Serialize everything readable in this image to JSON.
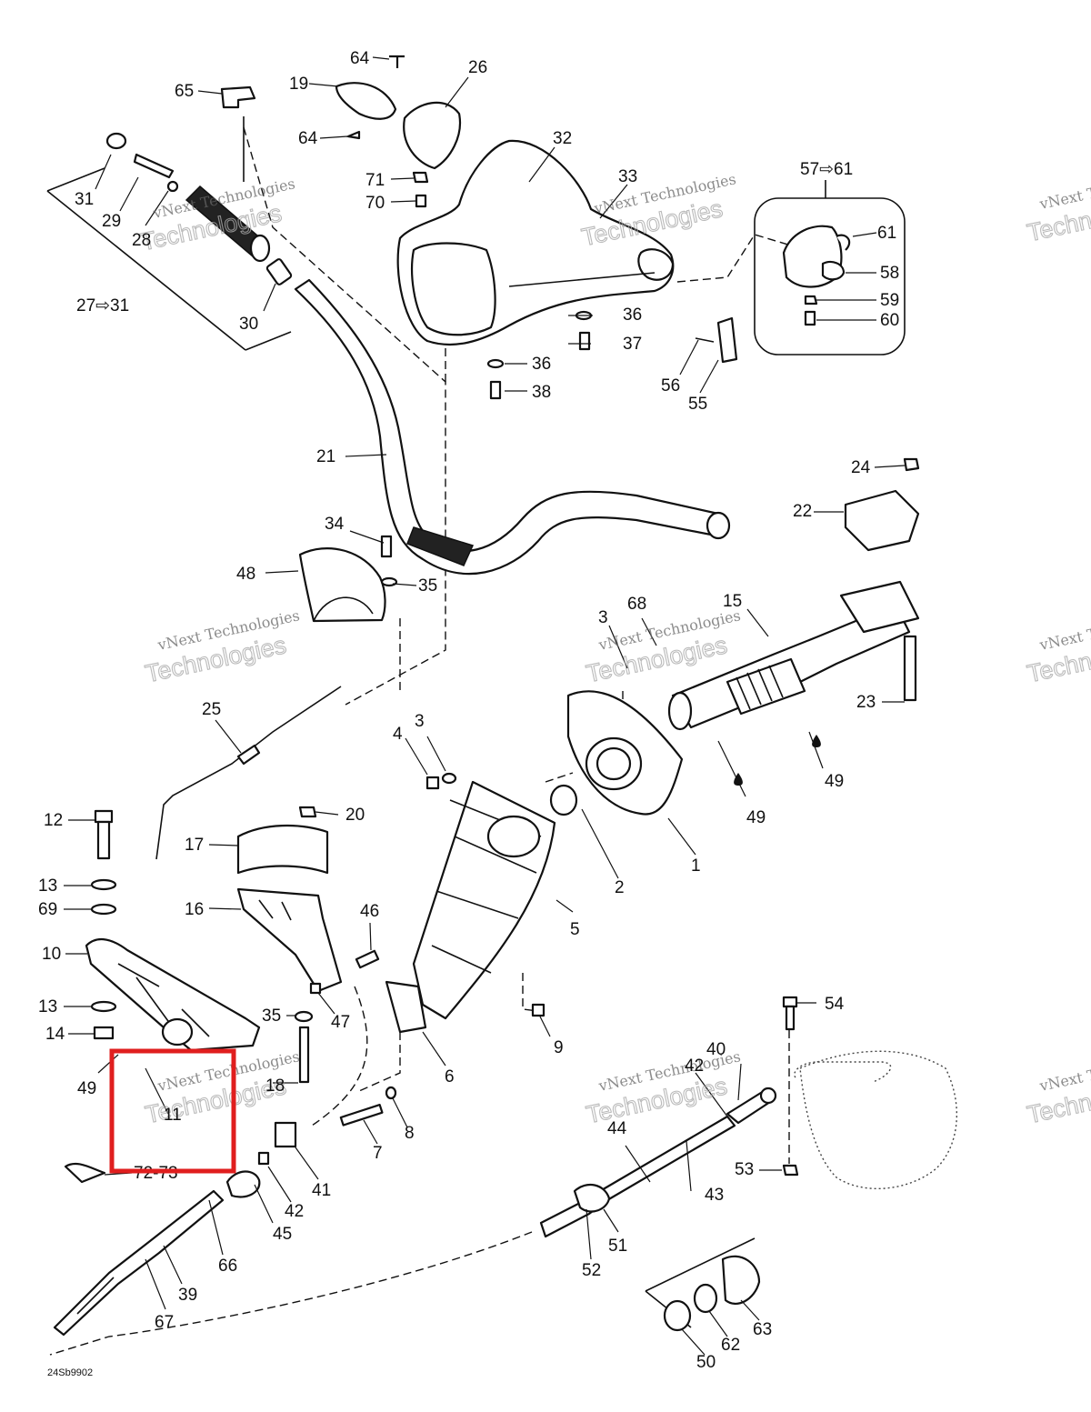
{
  "diagram": {
    "drawing_code": "24Sb9902",
    "watermark": {
      "line1": "vNext Technologies",
      "line2": "Technologies"
    },
    "highlight_color": "#e01e1e",
    "labels": {
      "l1": "1",
      "l2": "2",
      "l3a": "3",
      "l3b": "3",
      "l4": "4",
      "l5": "5",
      "l6": "6",
      "l7": "7",
      "l8": "8",
      "l9": "9",
      "l10": "10",
      "l11": "11",
      "l12": "12",
      "l13a": "13",
      "l13b": "13",
      "l14": "14",
      "l15": "15",
      "l16": "16",
      "l17": "17",
      "l18": "18",
      "l19": "19",
      "l20": "20",
      "l21": "21",
      "l22": "22",
      "l23": "23",
      "l24": "24",
      "l25": "25",
      "l26": "26",
      "l27": "27⇨31",
      "l28": "28",
      "l29": "29",
      "l30": "30",
      "l31": "31",
      "l32": "32",
      "l33": "33",
      "l34": "34",
      "l35a": "35",
      "l35b": "35",
      "l36a": "36",
      "l36b": "36",
      "l37": "37",
      "l38": "38",
      "l39": "39",
      "l40": "40",
      "l41": "41",
      "l42a": "42",
      "l42b": "42",
      "l43": "43",
      "l44": "44",
      "l45": "45",
      "l46": "46",
      "l47": "47",
      "l48": "48",
      "l49a": "49",
      "l49b": "49",
      "l49c": "49",
      "l50": "50",
      "l51": "51",
      "l52": "52",
      "l53": "53",
      "l54": "54",
      "l55": "55",
      "l56": "56",
      "l57": "57⇨61",
      "l58": "58",
      "l59": "59",
      "l60": "60",
      "l61": "61",
      "l62": "62",
      "l63": "63",
      "l64a": "64",
      "l64b": "64",
      "l65": "65",
      "l66": "66",
      "l67": "67",
      "l68": "68",
      "l69": "69",
      "l70": "70",
      "l71": "71",
      "l72": "72-73"
    }
  }
}
